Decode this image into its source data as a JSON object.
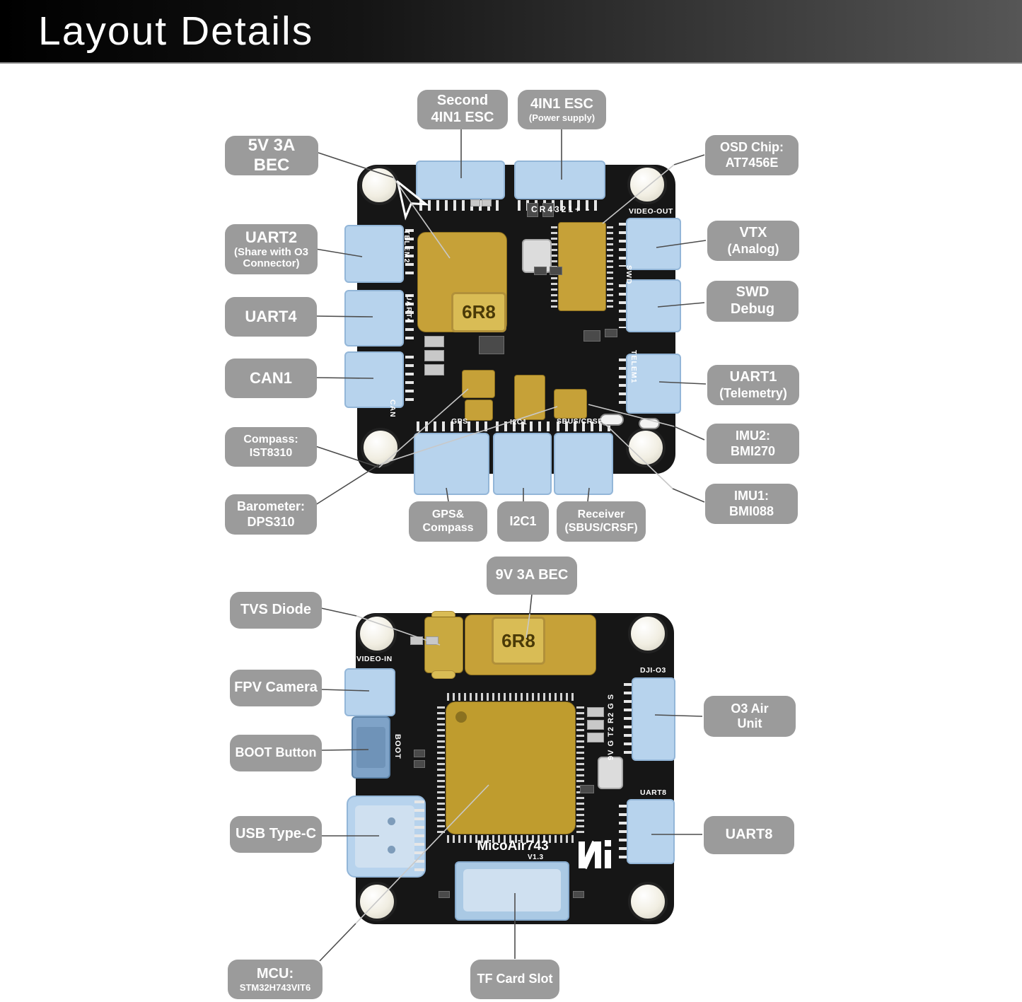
{
  "header": {
    "title": "Layout Details"
  },
  "colors": {
    "banner_gradient_start": "#000000",
    "banner_gradient_end": "#565656",
    "label_background": "#9b9b9b",
    "label_text": "#ffffff",
    "pcb": "#161616",
    "connector_blue": "#b7d3ed",
    "boot_button_blue": "#7fa3c8",
    "chip_gold": "#c6a138",
    "inductor_gold": "#d9bc55",
    "standoff_white": "#f1eee2"
  },
  "board_top": {
    "silkscreen": {
      "cr": "CR4321+ -",
      "video_out": "VIDEO-OUT",
      "telem2": "TELEM2",
      "uart4": "UART4",
      "can": "CAN",
      "gps": "GPS",
      "i2c1": "I2C1",
      "sbus": "SBUS/CRSF",
      "swd": "SWD",
      "telem1": "TELEM1",
      "inductor": "6R8"
    }
  },
  "board_bottom": {
    "silkscreen": {
      "video_in": "VIDEO-IN",
      "boot": "BOOT",
      "dji": "DJI-O3",
      "pin_labels": "9V G T2 R2 G S",
      "uart8": "UART8",
      "model": "MicoAir743",
      "version": "V1.3",
      "inductor": "6R8"
    }
  },
  "callouts": {
    "second_esc": {
      "line1": "Second",
      "line2": "4IN1 ESC"
    },
    "esc_power": {
      "line1": "4IN1 ESC",
      "line2": "(Power supply)"
    },
    "bec5v": {
      "line1": "5V 3A BEC"
    },
    "osd": {
      "line1": "OSD Chip:",
      "line2": "AT7456E"
    },
    "uart2": {
      "line1": "UART2",
      "line2": "(Share with O3 Connector)"
    },
    "vtx": {
      "line1": "VTX",
      "line2": "(Analog)"
    },
    "uart4": {
      "line1": "UART4"
    },
    "swd": {
      "line1": "SWD",
      "line2": "Debug"
    },
    "can1": {
      "line1": "CAN1"
    },
    "uart1": {
      "line1": "UART1",
      "line2": "(Telemetry)"
    },
    "compass": {
      "line1": "Compass:",
      "line2": "IST8310"
    },
    "imu2": {
      "line1": "IMU2:",
      "line2": "BMI270"
    },
    "baro": {
      "line1": "Barometer:",
      "line2": "DPS310"
    },
    "imu1": {
      "line1": "IMU1:",
      "line2": "BMI088"
    },
    "gps_compass": {
      "line1": "GPS&",
      "line2": "Compass"
    },
    "i2c1": {
      "line1": "I2C1"
    },
    "receiver": {
      "line1": "Receiver",
      "line2": "(SBUS/CRSF)"
    },
    "bec9v": {
      "line1": "9V 3A BEC"
    },
    "tvs": {
      "line1": "TVS Diode"
    },
    "fpv": {
      "line1": "FPV Camera"
    },
    "boot": {
      "line1": "BOOT Button"
    },
    "usb": {
      "line1": "USB Type-C"
    },
    "o3": {
      "line1": "O3 Air",
      "line2": "Unit"
    },
    "uart8": {
      "line1": "UART8"
    },
    "mcu": {
      "line1": "MCU:",
      "line2": "STM32H743VIT6"
    },
    "tf": {
      "line1": "TF Card Slot"
    }
  }
}
